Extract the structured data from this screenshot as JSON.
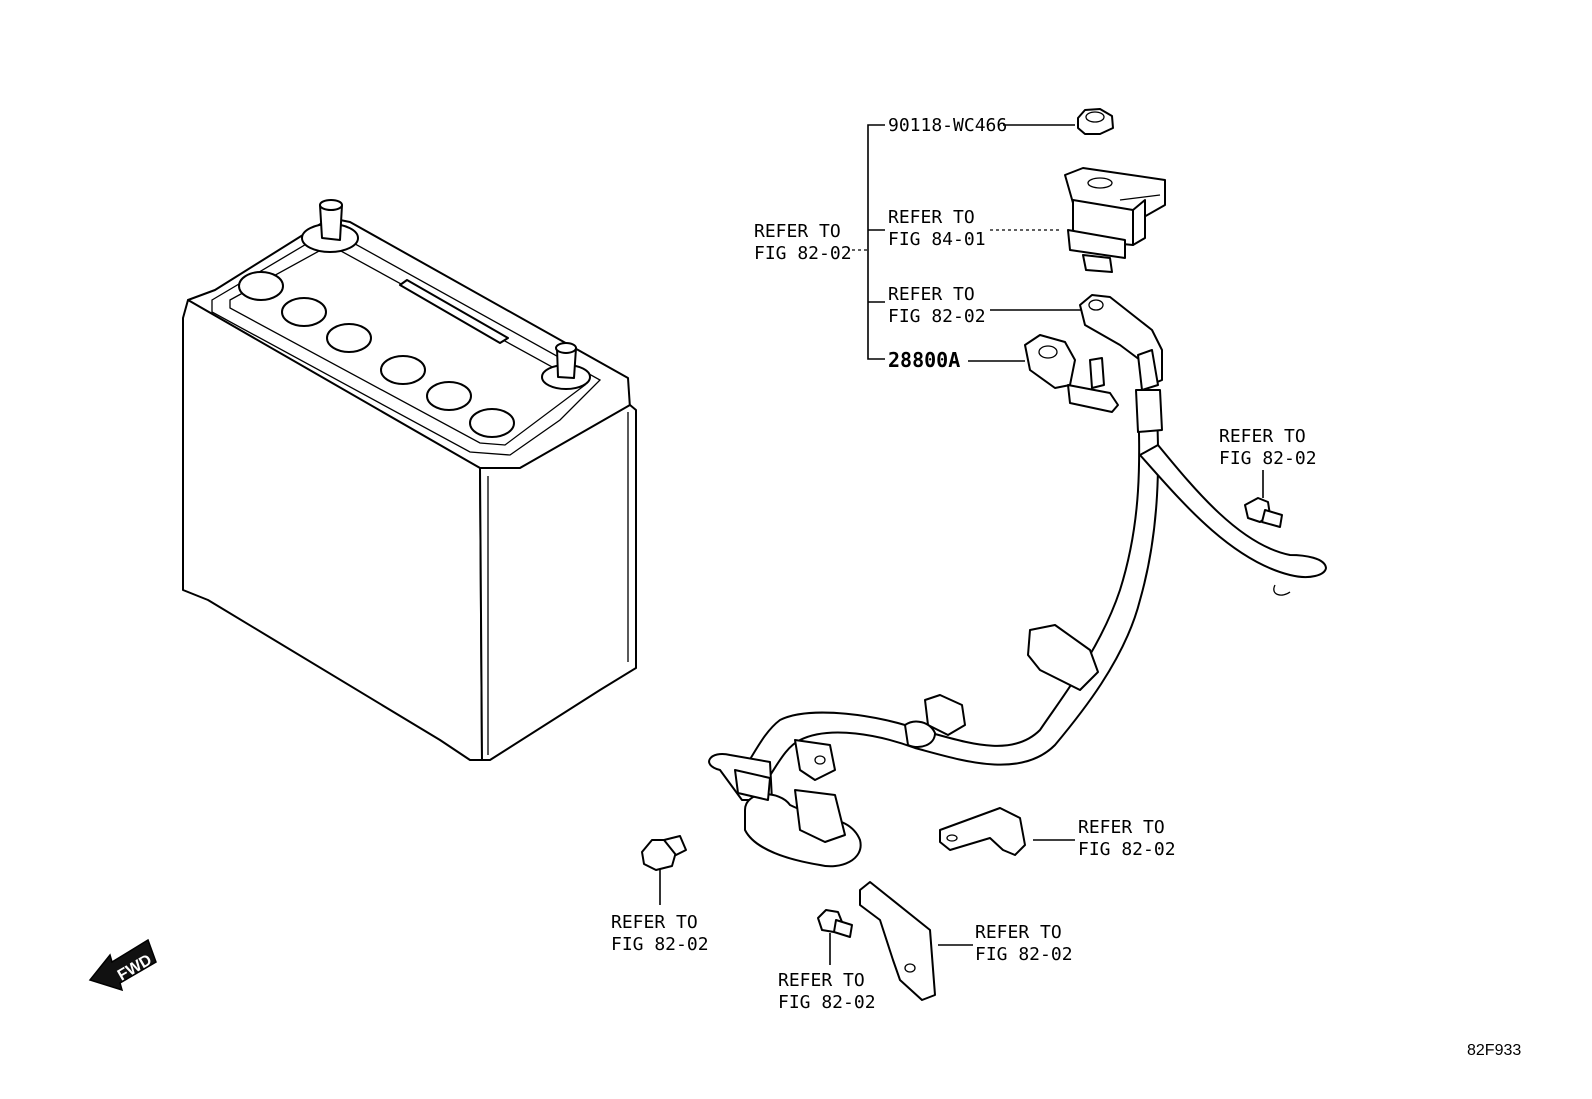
{
  "callouts": {
    "nut_part_number": "90118-WC466",
    "group_refer": [
      "REFER TO",
      "FIG 82-02"
    ],
    "relay_refer": [
      "REFER TO",
      "FIG 84-01"
    ],
    "terminal_refer": [
      "REFER TO",
      "FIG 82-02"
    ],
    "cable_part_number": "28800A",
    "right_bolt_refer": [
      "REFER TO",
      "FIG 82-02"
    ],
    "bracket_right_refer": [
      "REFER TO",
      "FIG 82-02"
    ],
    "left_bolt_refer": [
      "REFER TO",
      "FIG 82-02"
    ],
    "bottom_bolt_refer": [
      "REFER TO",
      "FIG 82-02"
    ],
    "bottom_bracket_refer": [
      "REFER TO",
      "FIG 82-02"
    ]
  },
  "fwd_arrow_label": "FWD",
  "figure_code": "82F933"
}
